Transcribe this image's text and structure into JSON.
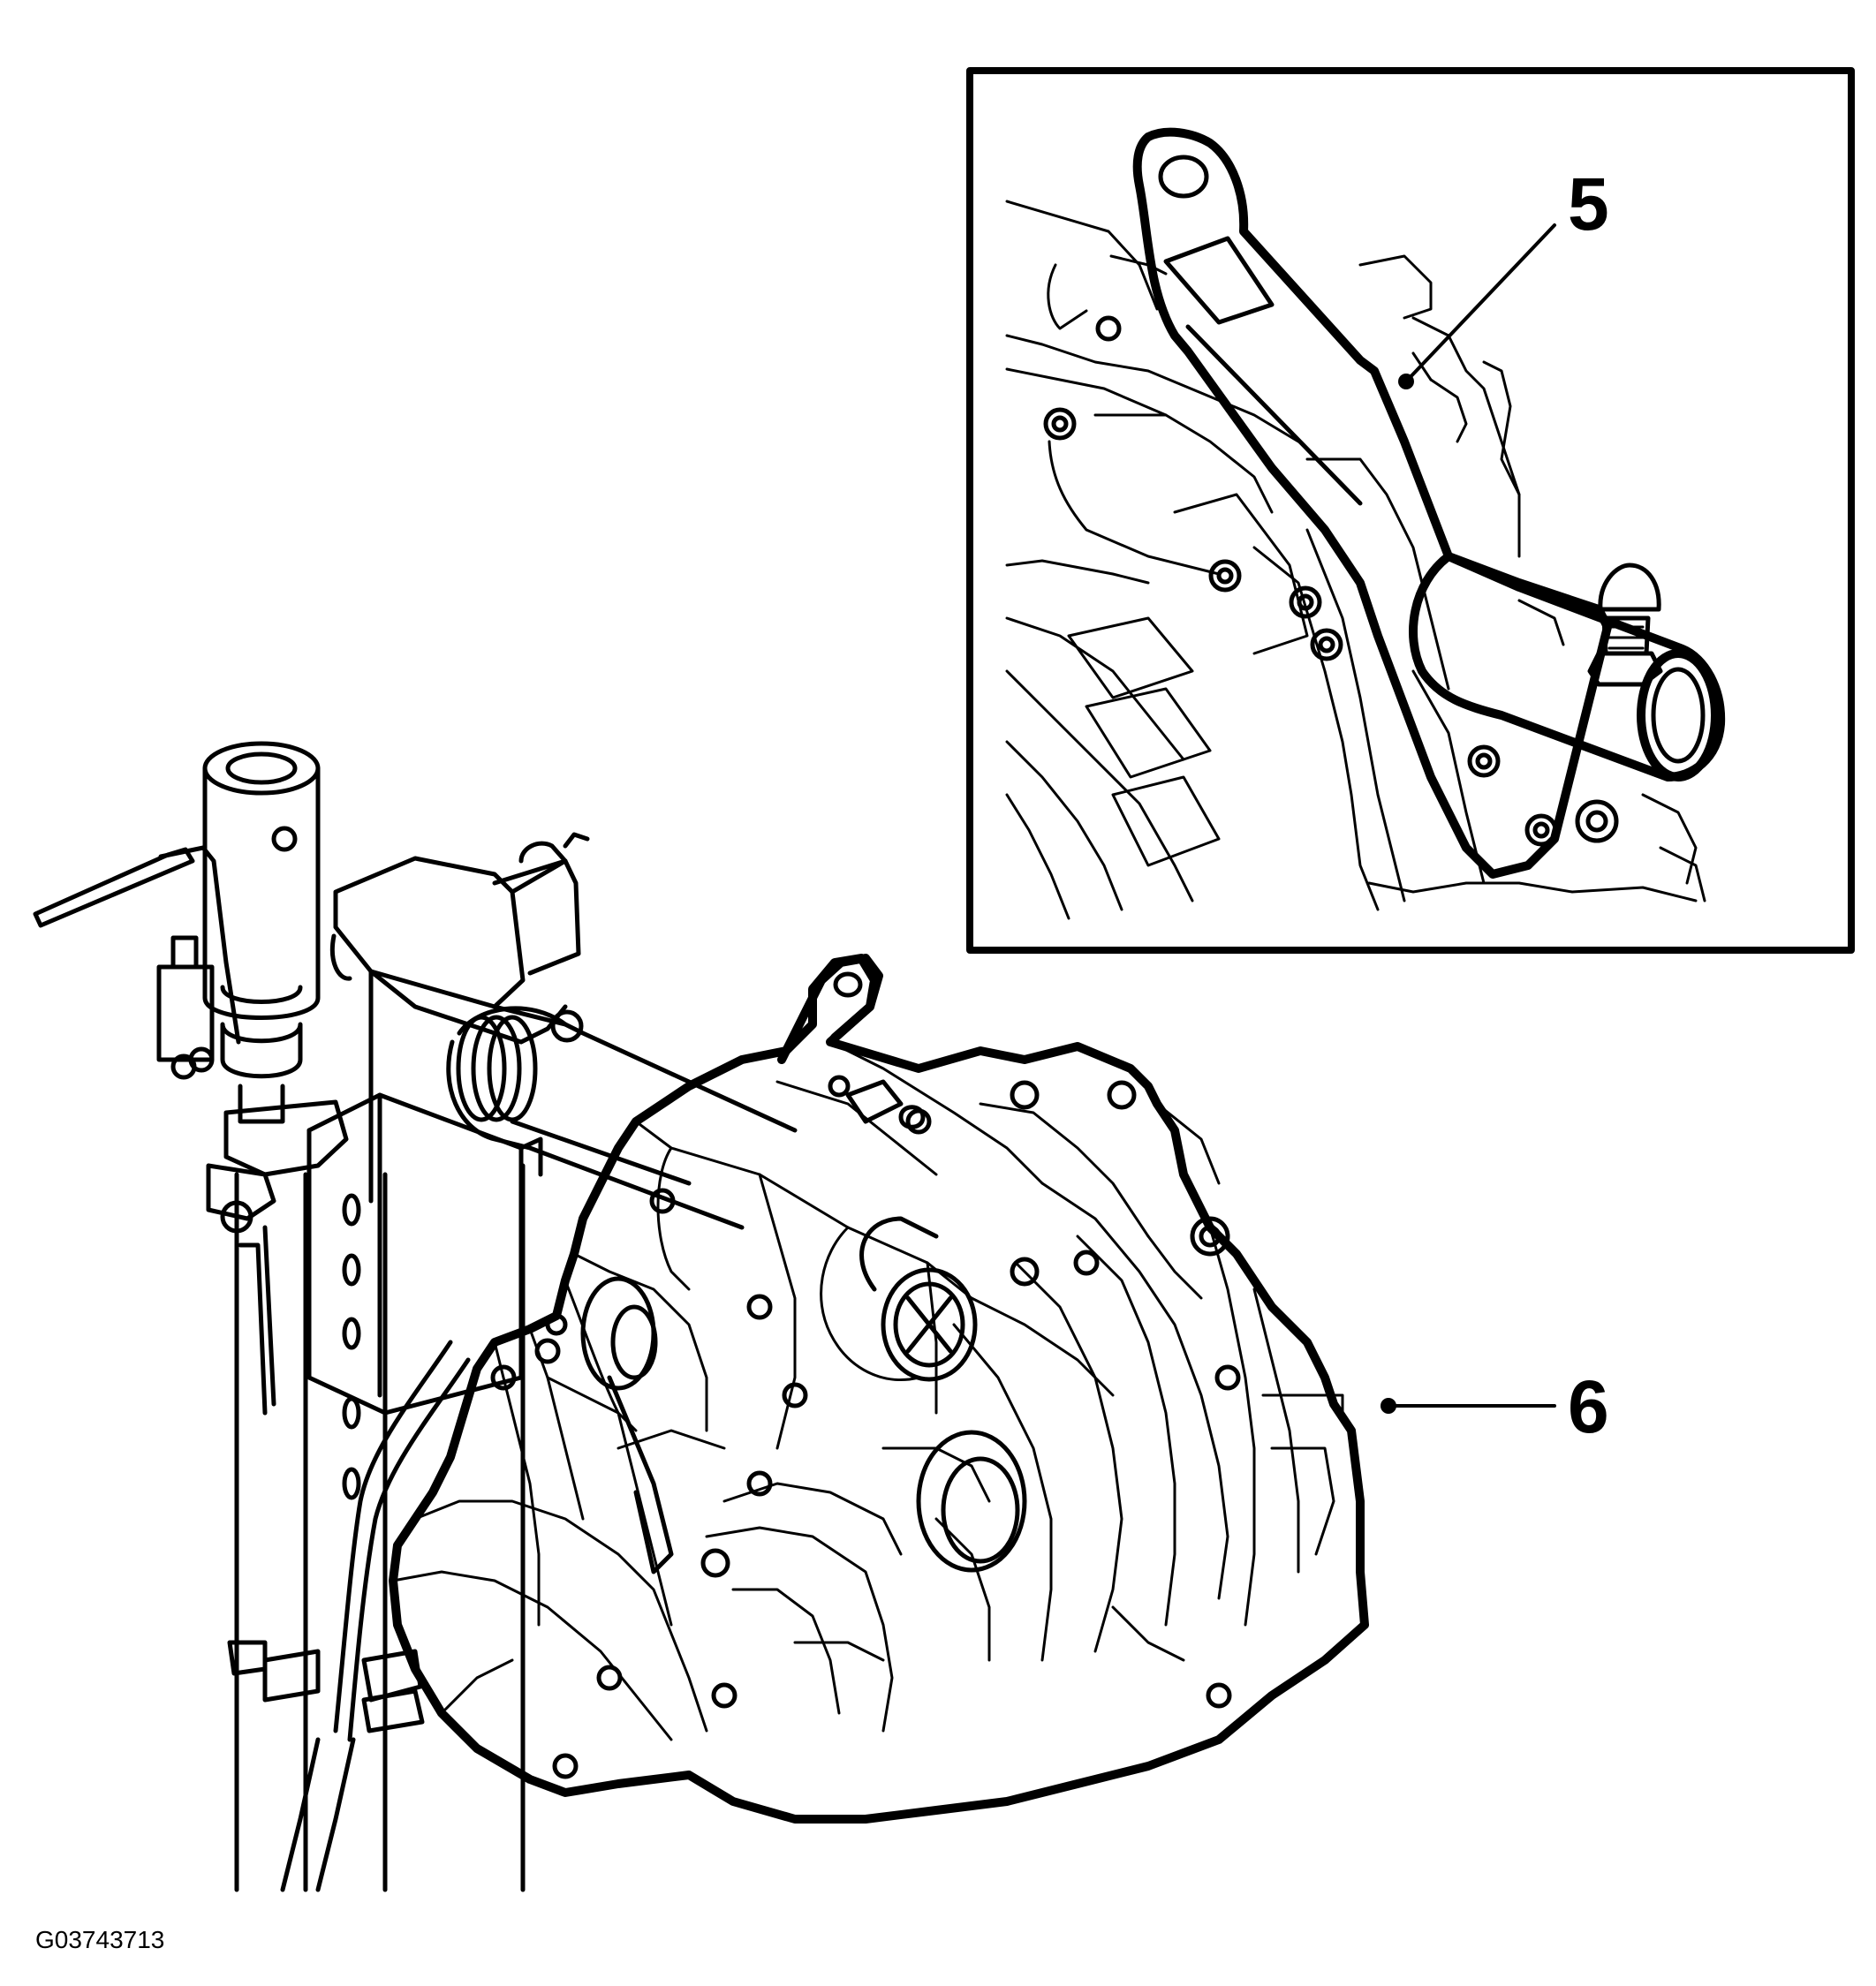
{
  "callouts": [
    {
      "number": "5"
    },
    {
      "number": "6"
    }
  ],
  "figure_code": "G03743713",
  "colors": {
    "ink": "#000000",
    "paper": "#ffffff"
  }
}
